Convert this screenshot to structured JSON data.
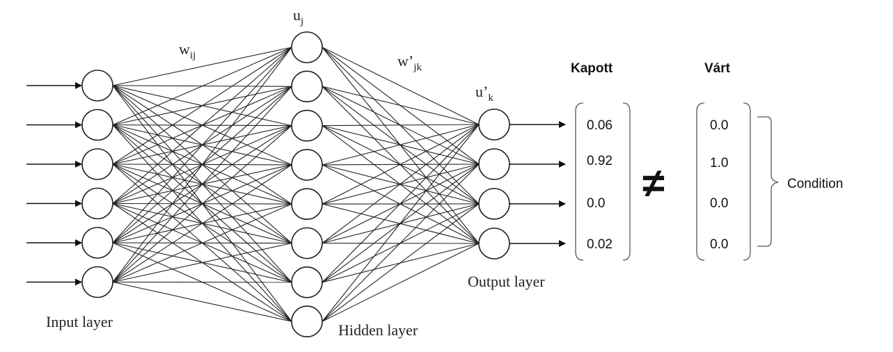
{
  "labels": {
    "input_layer": "Input layer",
    "hidden_layer": "Hidden layer",
    "output_layer": "Output layer",
    "w_in": "w",
    "w_in_sub": "ij",
    "w_out": "w’",
    "w_out_sub": "jk",
    "u_hidden": "u",
    "u_hidden_sub": "j",
    "u_out": "u’",
    "u_out_sub": "k"
  },
  "network": {
    "input_count": 6,
    "hidden_count": 8,
    "output_count": 4
  },
  "results": {
    "received_header": "Kapott",
    "expected_header": "Várt",
    "received_values": [
      "0.06",
      "0.92",
      "0.0",
      "0.02"
    ],
    "expected_values": [
      "0.0",
      "1.0",
      "0.0",
      "0.0"
    ],
    "not_equal_symbol": "≠",
    "condition_label": "Condition"
  }
}
